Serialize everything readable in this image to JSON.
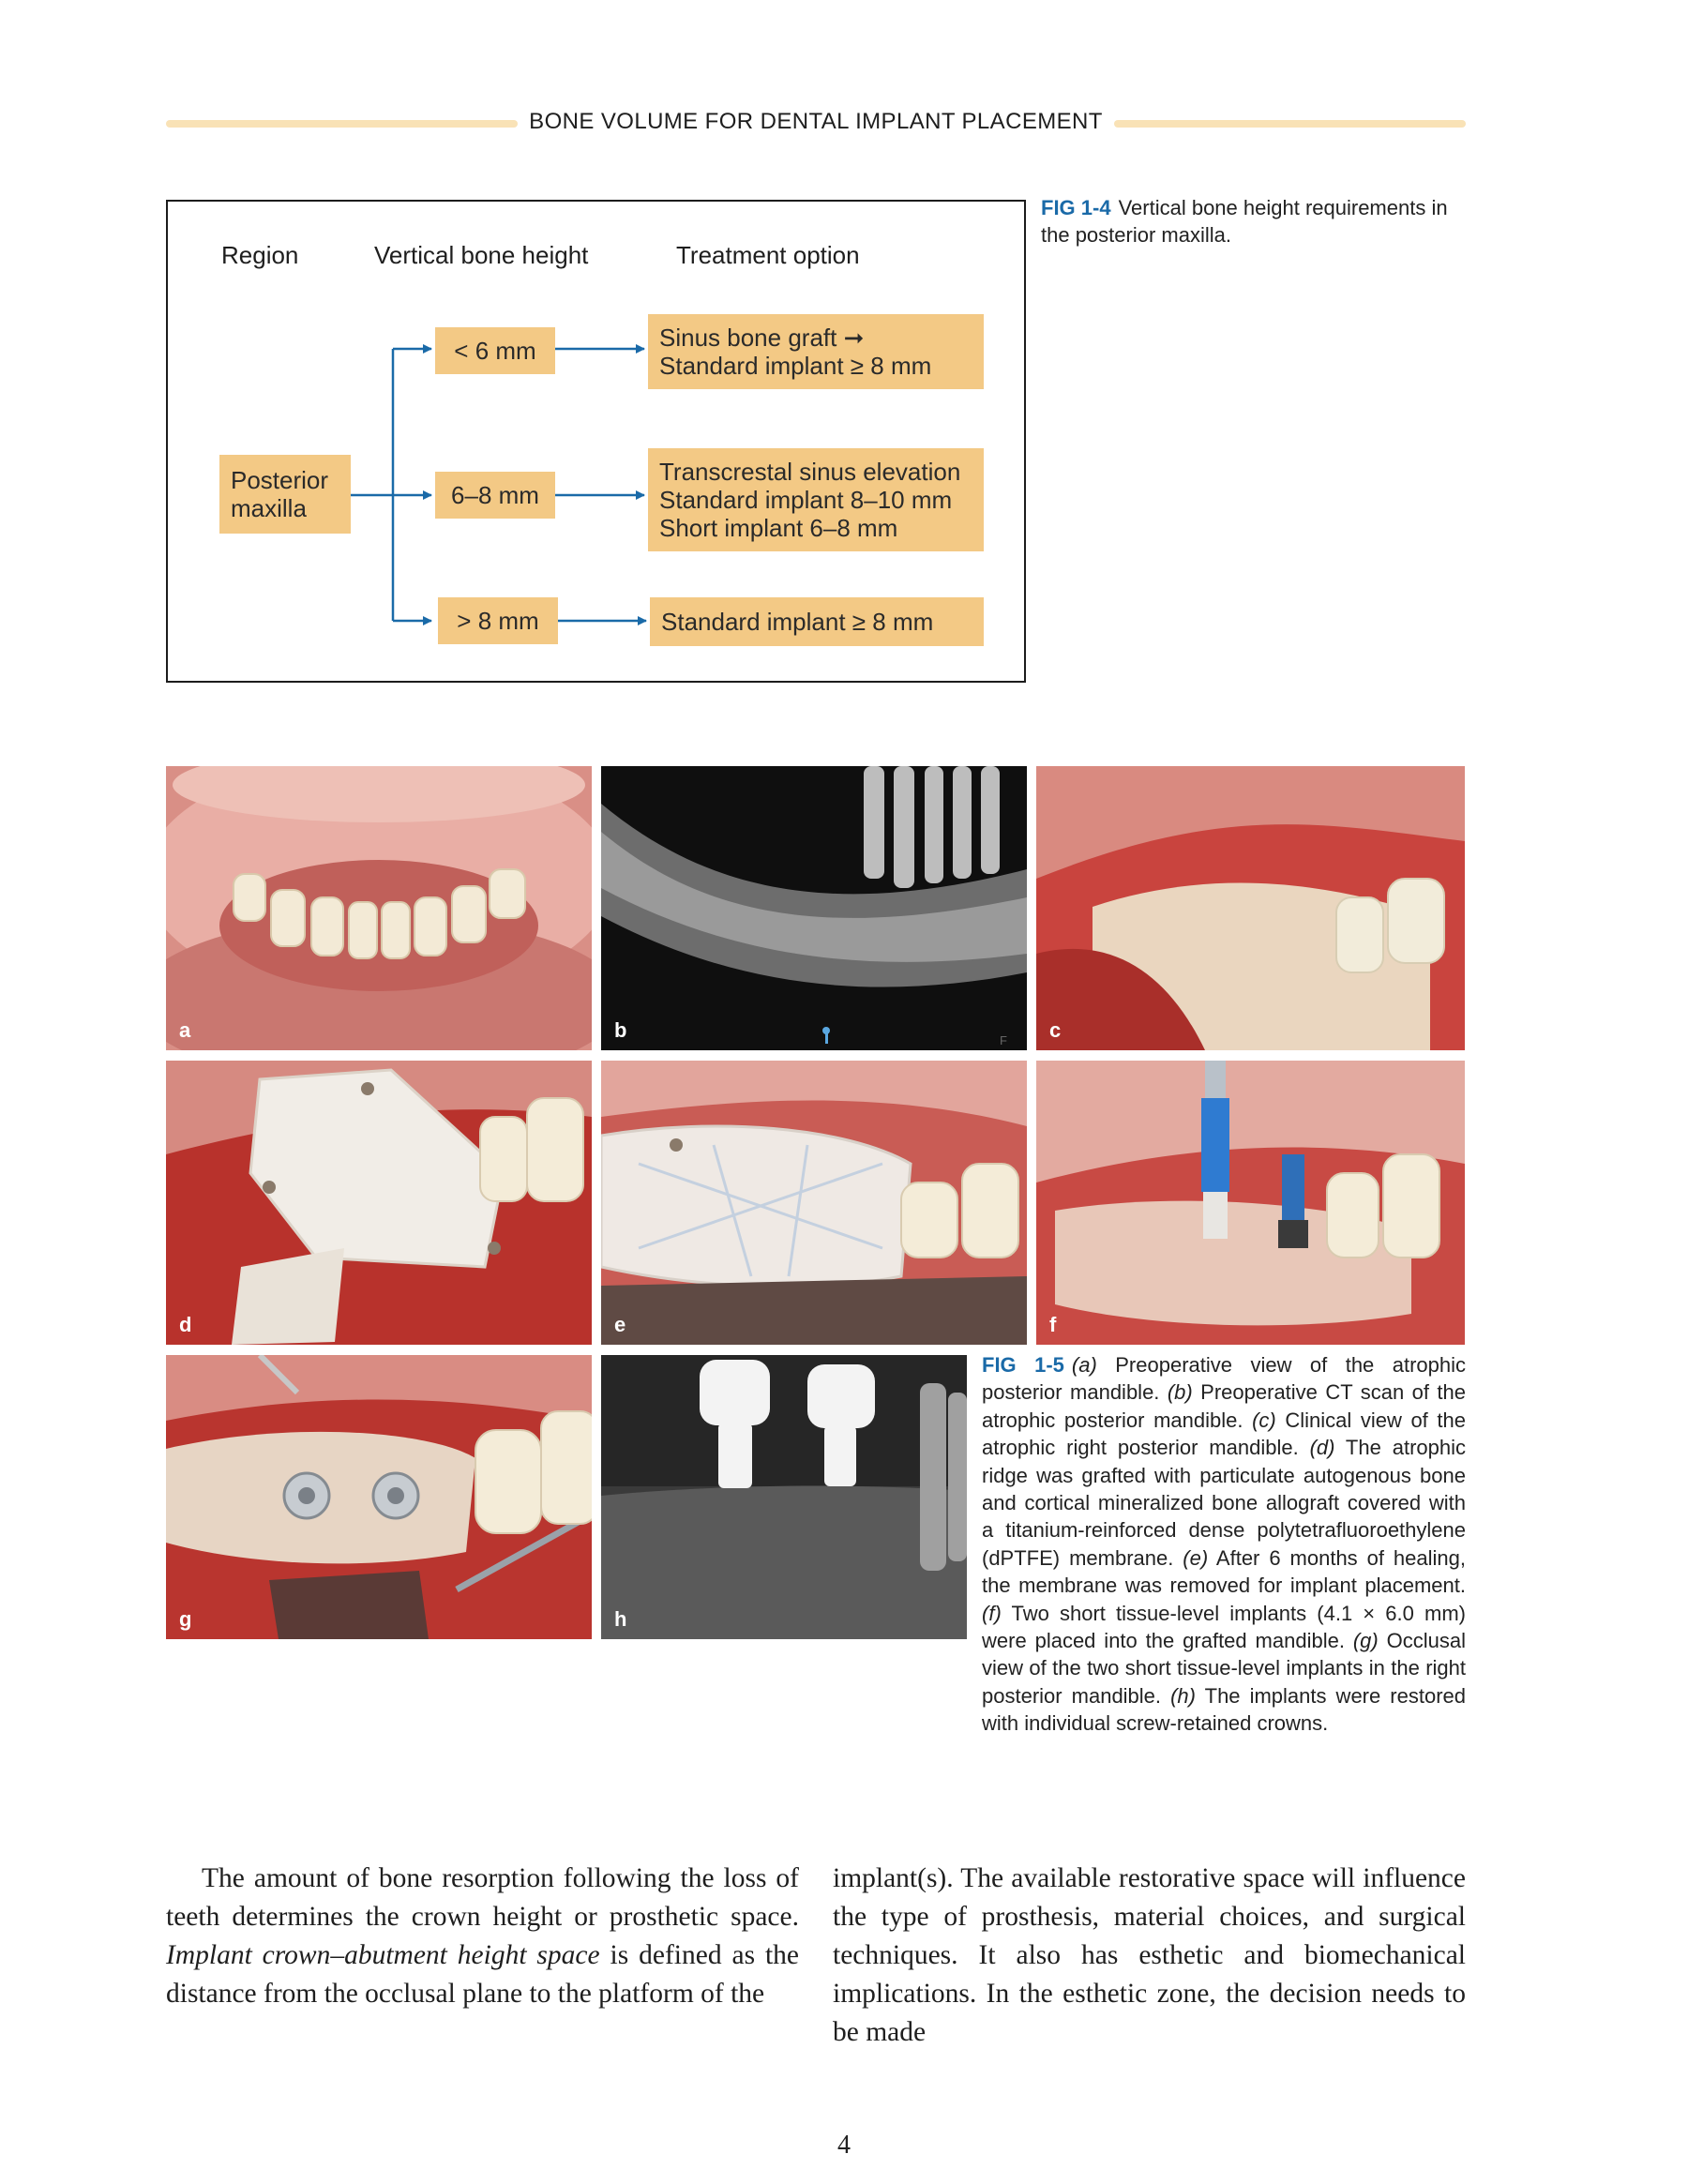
{
  "header": {
    "title": "BONE VOLUME FOR DENTAL IMPLANT PLACEMENT"
  },
  "fig_1_4": {
    "label": "FIG 1-4",
    "caption": "Vertical bone height requirements in the posterior maxilla.",
    "col_headers": [
      "Region",
      "Vertical bone height",
      "Treatment option"
    ],
    "region": [
      "Posterior",
      "maxilla"
    ],
    "heights": [
      "< 6 mm",
      "6–8 mm",
      "> 8 mm"
    ],
    "options": [
      [
        "Sinus bone graft ➞",
        "Standard implant ≥ 8 mm"
      ],
      [
        "Transcrestal sinus elevation",
        "Standard implant 8–10 mm",
        "Short implant 6–8 mm"
      ],
      [
        "Standard implant ≥ 8 mm"
      ]
    ],
    "colors": {
      "box": "#f3c985",
      "arrow": "#1a6aa8",
      "fig_label": "#1a6aa8"
    }
  },
  "fig_1_5": {
    "label": "FIG 1-5",
    "panel_labels": [
      "a",
      "b",
      "c",
      "d",
      "e",
      "f",
      "g",
      "h"
    ],
    "ct_marker": "F",
    "caption_parts": [
      {
        "i": "(a)",
        "t": " Preoperative view of the atrophic posterior mandible. "
      },
      {
        "i": "(b)",
        "t": " Preoperative CT scan of the atrophic posterior mandible. "
      },
      {
        "i": "(c)",
        "t": " Clinical view of the atrophic right posterior mandible. "
      },
      {
        "i": "(d)",
        "t": " The atrophic ridge was grafted with particulate autogenous bone and cortical mineralized bone allograft covered with a titanium-reinforced dense polytetrafluoroethylene (dPTFE) membrane. "
      },
      {
        "i": "(e)",
        "t": " After 6 months of healing, the membrane was removed for implant placement. "
      },
      {
        "i": "(f)",
        "t": " Two short tissue-level implants (4.1 × 6.0 mm) were placed into the grafted mandible. "
      },
      {
        "i": "(g)",
        "t": " Occlusal view of the two short tissue-level implants in the right posterior mandible. "
      },
      {
        "i": "(h)",
        "t": " The implants were restored with individual screw-retained crowns."
      }
    ]
  },
  "body": {
    "left_segments": [
      "The amount of bone resorption following the loss of teeth determines the crown height or prosthetic space. ",
      "Implant crown–abutment height space",
      " is defined as the distance from the occlusal plane to the platform of the"
    ],
    "right": "implant(s). The available restorative space will influence the type of prosthesis, material choices, and surgical techniques. It also has esthetic and biomechanical implications. In the esthetic zone, the decision needs to be made"
  },
  "page_number": "4"
}
